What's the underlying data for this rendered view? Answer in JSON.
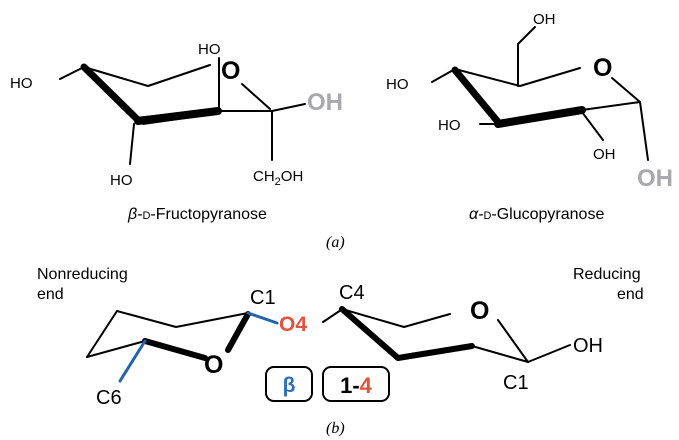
{
  "panel_a": {
    "caption": "(a)",
    "fructose": {
      "name_prefix": "β-",
      "name_d": "D",
      "name_suffix": "-Fructopyranose",
      "ring_oxygen": "O",
      "anomeric_oh": "OH",
      "labels": {
        "ho_left": "HO",
        "ho_top": "HO",
        "ho_bottom": "HO",
        "ch2oh_ch": "CH",
        "ch2oh_sub": "2",
        "ch2oh_oh": "OH"
      }
    },
    "glucose": {
      "name_prefix": "α-",
      "name_d": "D",
      "name_suffix": "-Glucopyranose",
      "ring_oxygen": "O",
      "anomeric_oh": "OH",
      "labels": {
        "oh_top": "OH",
        "ho_left": "HO",
        "ho_c3": "HO",
        "oh_c2": "OH"
      }
    }
  },
  "panel_b": {
    "caption": "(b)",
    "nonreducing_line1": "Nonreducing",
    "nonreducing_line2": "end",
    "reducing_line1": "Reducing",
    "reducing_line2": "end",
    "c1_left": "C1",
    "c4": "C4",
    "c6": "C6",
    "c1_right": "C1",
    "glycosidic_oxygen": "O4",
    "ring_oxygen_left": "O",
    "ring_oxygen_right": "O",
    "right_oh": "OH",
    "beta_box": "β",
    "linkage_first": "1",
    "linkage_dash": "-",
    "linkage_second": "4"
  },
  "colors": {
    "ink": "#000000",
    "grey_oh": "#a7a9ac",
    "blue_bond": "#2563a8",
    "beta_blue": "#2f6fb5",
    "red_o4": "#e0533c"
  }
}
